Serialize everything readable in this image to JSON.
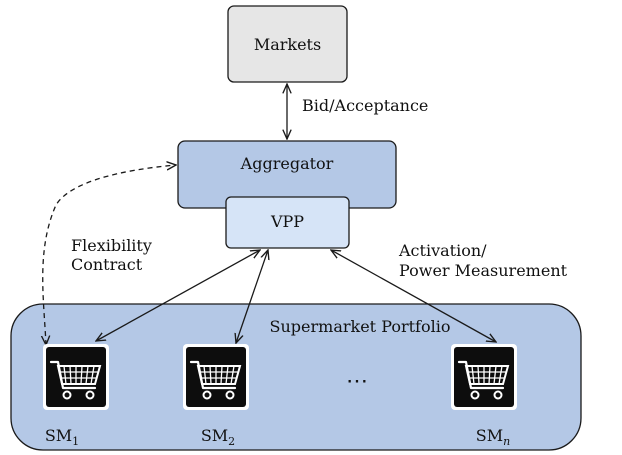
{
  "nodes": {
    "markets": "Markets",
    "aggregator": "Aggregator",
    "vpp": "VPP",
    "portfolio": "Supermarket Portfolio",
    "ellipsis": "⋯"
  },
  "edges": {
    "bid": "Bid/Acceptance",
    "flex_line1": "Flexibility",
    "flex_line2": "Contract",
    "act_line1": "Activation/",
    "act_line2": "Power Measurement"
  },
  "supermarkets": [
    {
      "base": "SM",
      "sub": "1"
    },
    {
      "base": "SM",
      "sub": "2"
    },
    {
      "base": "SM",
      "sub": "n"
    }
  ],
  "colors": {
    "markets_fill": "#e6e6e6",
    "aggregator_fill": "#b4c8e6",
    "vpp_fill": "#d6e4f7",
    "portfolio_fill": "#b4c8e6",
    "stroke": "#1a1a1a",
    "icon_bg": "#0d0d0d"
  }
}
